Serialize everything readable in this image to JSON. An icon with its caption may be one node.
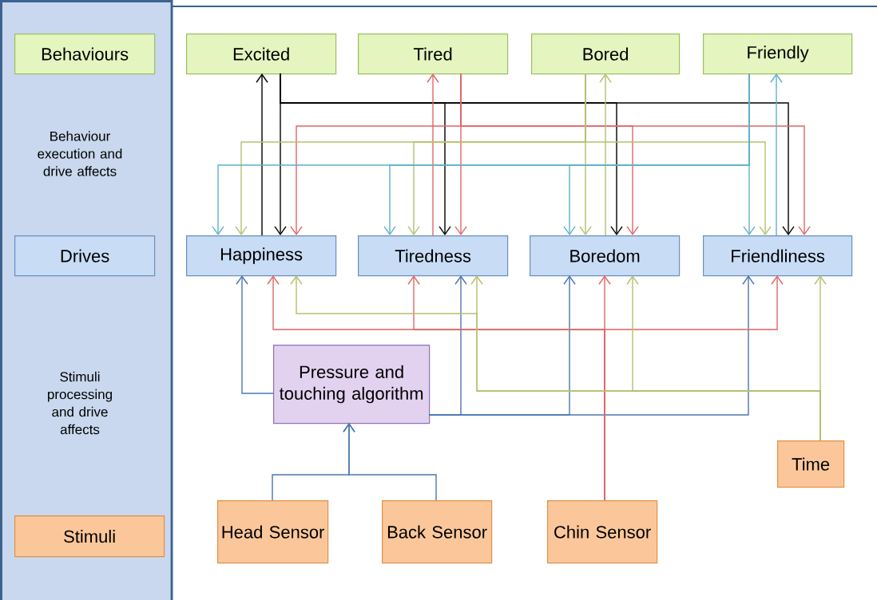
{
  "diagram": {
    "nodes": [
      {
        "text": [
          "Behaviour execution and drive affects",
          "Stimuli processing and drive affects"
        ]
      },
      {
        "text": [
          "Behaviours"
        ],
        "in": 0
      },
      {
        "text": [
          "Drives"
        ],
        "in": 0
      },
      {
        "text": [
          "Stimuli"
        ],
        "in": 0
      },
      {
        "text": [
          "Excited"
        ]
      },
      {
        "text": [
          "Tired"
        ]
      },
      {
        "text": [
          "Bored"
        ]
      },
      {
        "text": [
          "Friendly"
        ]
      },
      {
        "text": [
          "Happiness"
        ]
      },
      {
        "text": [
          "Tiredness"
        ]
      },
      {
        "text": [
          "Boredom"
        ]
      },
      {
        "text": [
          "Friendliness"
        ]
      },
      {
        "text": [
          "Pressure and touching algorithm"
        ]
      },
      {
        "text": [
          "Time"
        ]
      },
      {
        "text": [
          "Head Sensor"
        ]
      },
      {
        "text": [
          "Back Sensor"
        ]
      },
      {
        "text": [
          "Chin Sensor"
        ]
      }
    ],
    "edges": [
      {
        "from": 8,
        "to": 4,
        "arrow": "to",
        "color": "#000000"
      },
      {
        "from": 4,
        "to": 8,
        "arrow": "to",
        "color": "#000000"
      },
      {
        "from": 4,
        "to": 9,
        "arrow": "to",
        "color": "#000000"
      },
      {
        "from": 4,
        "to": 10,
        "arrow": "to",
        "color": "#000000"
      },
      {
        "from": 4,
        "to": 11,
        "arrow": "to",
        "color": "#000000"
      },
      {
        "from": 9,
        "to": 5,
        "arrow": "to",
        "color": "#e06666"
      },
      {
        "from": 5,
        "to": 8,
        "arrow": "to",
        "color": "#e06666"
      },
      {
        "from": 5,
        "to": 9,
        "arrow": "to",
        "color": "#e06666"
      },
      {
        "from": 5,
        "to": 10,
        "arrow": "to",
        "color": "#e06666"
      },
      {
        "from": 5,
        "to": 11,
        "arrow": "to",
        "color": "#e06666"
      },
      {
        "from": 6,
        "to": 8,
        "arrow": "to",
        "color": "#b5c06e"
      },
      {
        "from": 6,
        "to": 9,
        "arrow": "to",
        "color": "#b5c06e"
      },
      {
        "from": 6,
        "to": 10,
        "arrow": "to",
        "color": "#b5c06e"
      },
      {
        "from": 6,
        "to": 11,
        "arrow": "to",
        "color": "#b5c06e"
      },
      {
        "from": 10,
        "to": 6,
        "arrow": "to",
        "color": "#b5c06e"
      },
      {
        "from": 7,
        "to": 8,
        "arrow": "to",
        "color": "#5fb0c8"
      },
      {
        "from": 7,
        "to": 9,
        "arrow": "to",
        "color": "#5fb0c8"
      },
      {
        "from": 7,
        "to": 10,
        "arrow": "to",
        "color": "#5fb0c8"
      },
      {
        "from": 7,
        "to": 11,
        "arrow": "to",
        "color": "#5fb0c8"
      },
      {
        "from": 11,
        "to": 7,
        "arrow": "to",
        "color": "#5fb0c8"
      },
      {
        "from": 12,
        "to": 8,
        "arrow": "to",
        "color": "#4a78b0"
      },
      {
        "from": 12,
        "to": 9,
        "arrow": "to",
        "color": "#4a78b0"
      },
      {
        "from": 12,
        "to": 10,
        "arrow": "to",
        "color": "#4a78b0"
      },
      {
        "from": 12,
        "to": 11,
        "arrow": "to",
        "color": "#4a78b0"
      },
      {
        "from": 16,
        "to": 8,
        "arrow": "to",
        "color": "#e06666"
      },
      {
        "from": 16,
        "to": 9,
        "arrow": "to",
        "color": "#e06666"
      },
      {
        "from": 16,
        "to": 10,
        "arrow": "to",
        "color": "#e06666"
      },
      {
        "from": 16,
        "to": 11,
        "arrow": "to",
        "color": "#e06666"
      },
      {
        "from": 13,
        "to": 8,
        "arrow": "to",
        "color": "#b5c06e"
      },
      {
        "from": 13,
        "to": 9,
        "arrow": "to",
        "color": "#b5c06e"
      },
      {
        "from": 13,
        "to": 10,
        "arrow": "to",
        "color": "#b5c06e"
      },
      {
        "from": 13,
        "to": 11,
        "arrow": "to",
        "color": "#b5c06e"
      },
      {
        "from": 14,
        "to": 12,
        "arrow": "to",
        "color": "#4a78b0"
      },
      {
        "from": 15,
        "to": 12,
        "arrow": "to",
        "color": "#4a78b0"
      }
    ]
  }
}
